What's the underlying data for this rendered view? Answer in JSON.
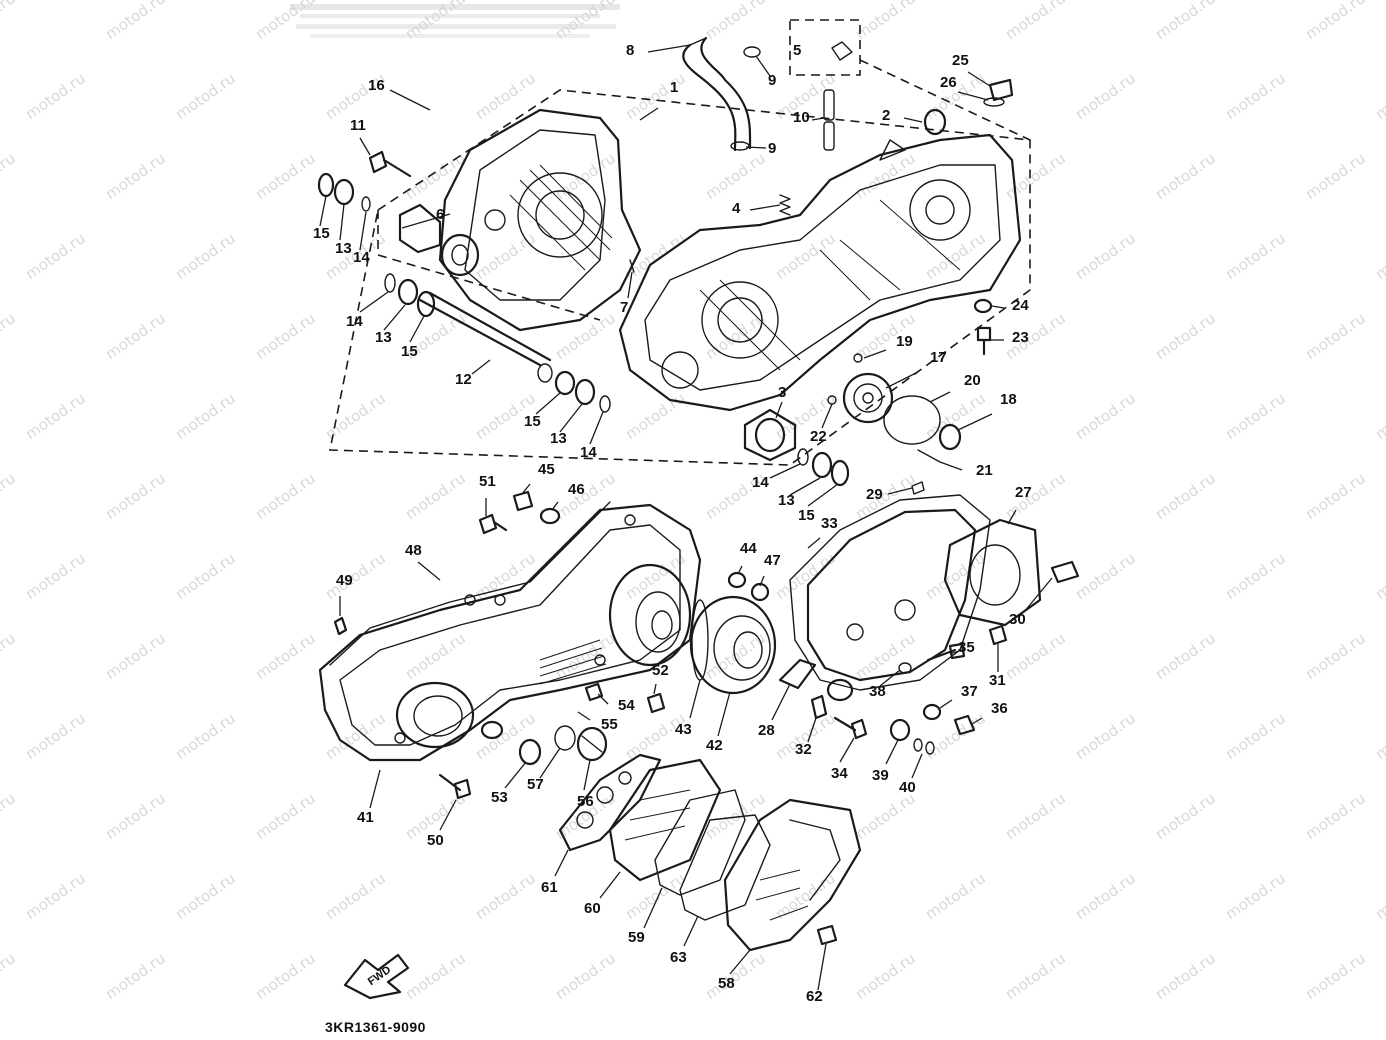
{
  "diagram": {
    "drawing_code": "3KR1361-9090",
    "fwd_label": "FWD",
    "watermark": "motod.ru",
    "part_labels": [
      "1",
      "2",
      "3",
      "4",
      "5",
      "6",
      "7",
      "8",
      "9",
      "9",
      "10",
      "11",
      "12",
      "13",
      "13",
      "13",
      "13",
      "14",
      "14",
      "14",
      "14",
      "15",
      "15",
      "15",
      "15",
      "16",
      "17",
      "18",
      "19",
      "20",
      "21",
      "22",
      "23",
      "24",
      "25",
      "26",
      "27",
      "28",
      "29",
      "30",
      "31",
      "32",
      "33",
      "34",
      "35",
      "36",
      "37",
      "38",
      "39",
      "40",
      "41",
      "42",
      "43",
      "44",
      "45",
      "46",
      "47",
      "48",
      "49",
      "50",
      "51",
      "52",
      "53",
      "54",
      "55",
      "56",
      "57",
      "58",
      "59",
      "60",
      "61",
      "62",
      "63"
    ]
  }
}
